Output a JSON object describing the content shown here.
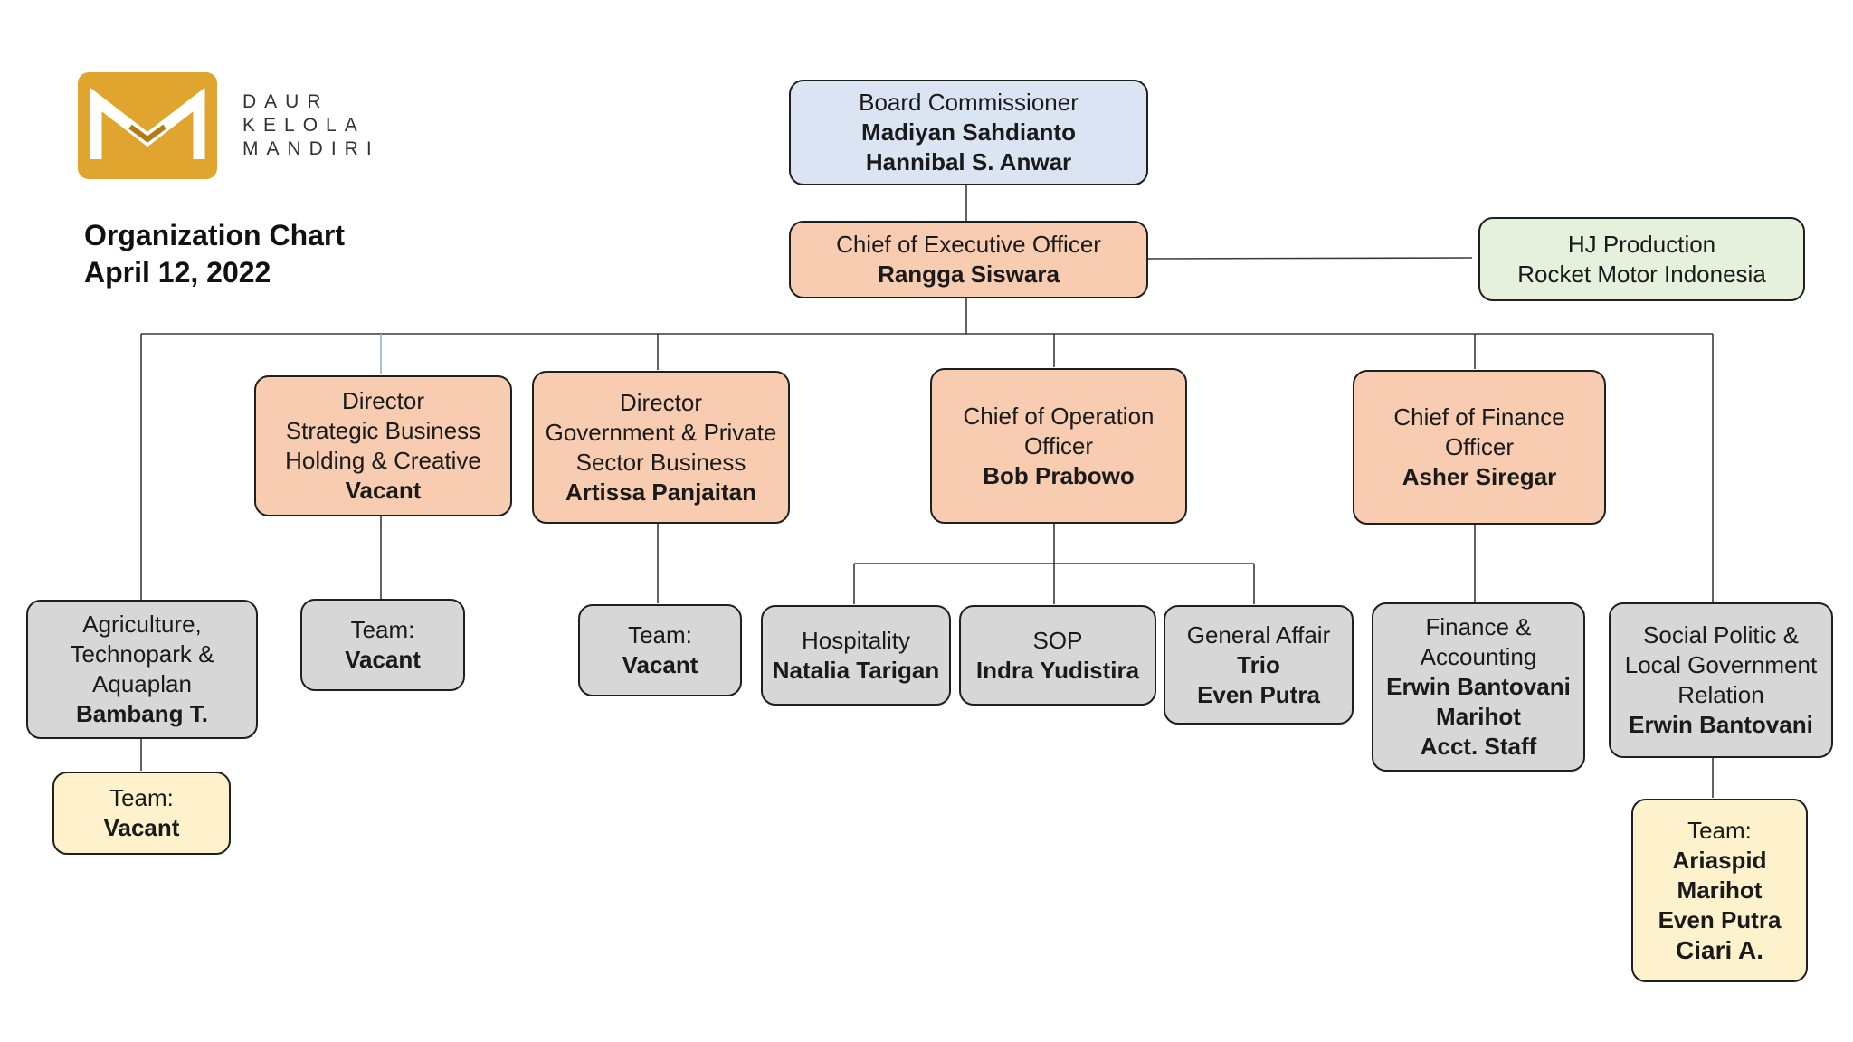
{
  "brand": {
    "lines": [
      "DAUR",
      "KELOLA",
      "MANDIRI"
    ],
    "logo_icon": "daur-kelola-mandiri-logo",
    "logo_color": "#e0a52f"
  },
  "title": {
    "line1": "Organization Chart",
    "line2": "April 12, 2022"
  },
  "colors": {
    "board": "#dbe4f3",
    "executive": "#f7ccb0",
    "partner": "#e5f1dc",
    "unit": "#d7d7d7",
    "team": "#fdf2cc"
  },
  "nodes": {
    "board": {
      "role": "Board Commissioner",
      "names": [
        "Madiyan Sahdianto",
        "Hannibal S. Anwar"
      ]
    },
    "ceo": {
      "role": "Chief of Executive Officer",
      "name": "Rangga Siswara"
    },
    "partner": {
      "line1": "HJ Production",
      "line2": "Rocket Motor Indonesia"
    },
    "dir_strategic": {
      "role_lines": [
        "Director",
        "Strategic Business",
        "Holding & Creative"
      ],
      "name": "Vacant"
    },
    "dir_government": {
      "role_lines": [
        "Director",
        "Government & Private",
        "Sector Business"
      ],
      "name": "Artissa Panjaitan"
    },
    "coo": {
      "role_lines": [
        "Chief of Operation",
        "Officer"
      ],
      "name": "Bob Prabowo"
    },
    "cfo": {
      "role_lines": [
        "Chief of Finance",
        "Officer"
      ],
      "name": "Asher Siregar"
    },
    "agriculture": {
      "role_lines": [
        "Agriculture,",
        "Technopark &",
        "Aquaplan"
      ],
      "name": "Bambang T."
    },
    "agriculture_team": {
      "label": "Team:",
      "name": "Vacant"
    },
    "strategic_team": {
      "label": "Team:",
      "name": "Vacant"
    },
    "government_team": {
      "label": "Team:",
      "name": "Vacant"
    },
    "hospitality": {
      "role": "Hospitality",
      "name": "Natalia Tarigan"
    },
    "sop": {
      "role": "SOP",
      "name": "Indra Yudistira"
    },
    "general_affair": {
      "role": "General Affair",
      "names": [
        "Trio",
        "Even Putra"
      ]
    },
    "finance": {
      "role_lines": [
        "Finance &",
        "Accounting"
      ],
      "names": [
        "Erwin Bantovani",
        "Marihot",
        "Acct. Staff"
      ]
    },
    "social": {
      "role_lines": [
        "Social Politic &",
        "Local Government",
        "Relation"
      ],
      "name": "Erwin Bantovani"
    },
    "social_team": {
      "label": "Team:",
      "names": [
        "Ariaspid",
        "Marihot",
        "Even Putra",
        "Ciari A."
      ]
    }
  }
}
